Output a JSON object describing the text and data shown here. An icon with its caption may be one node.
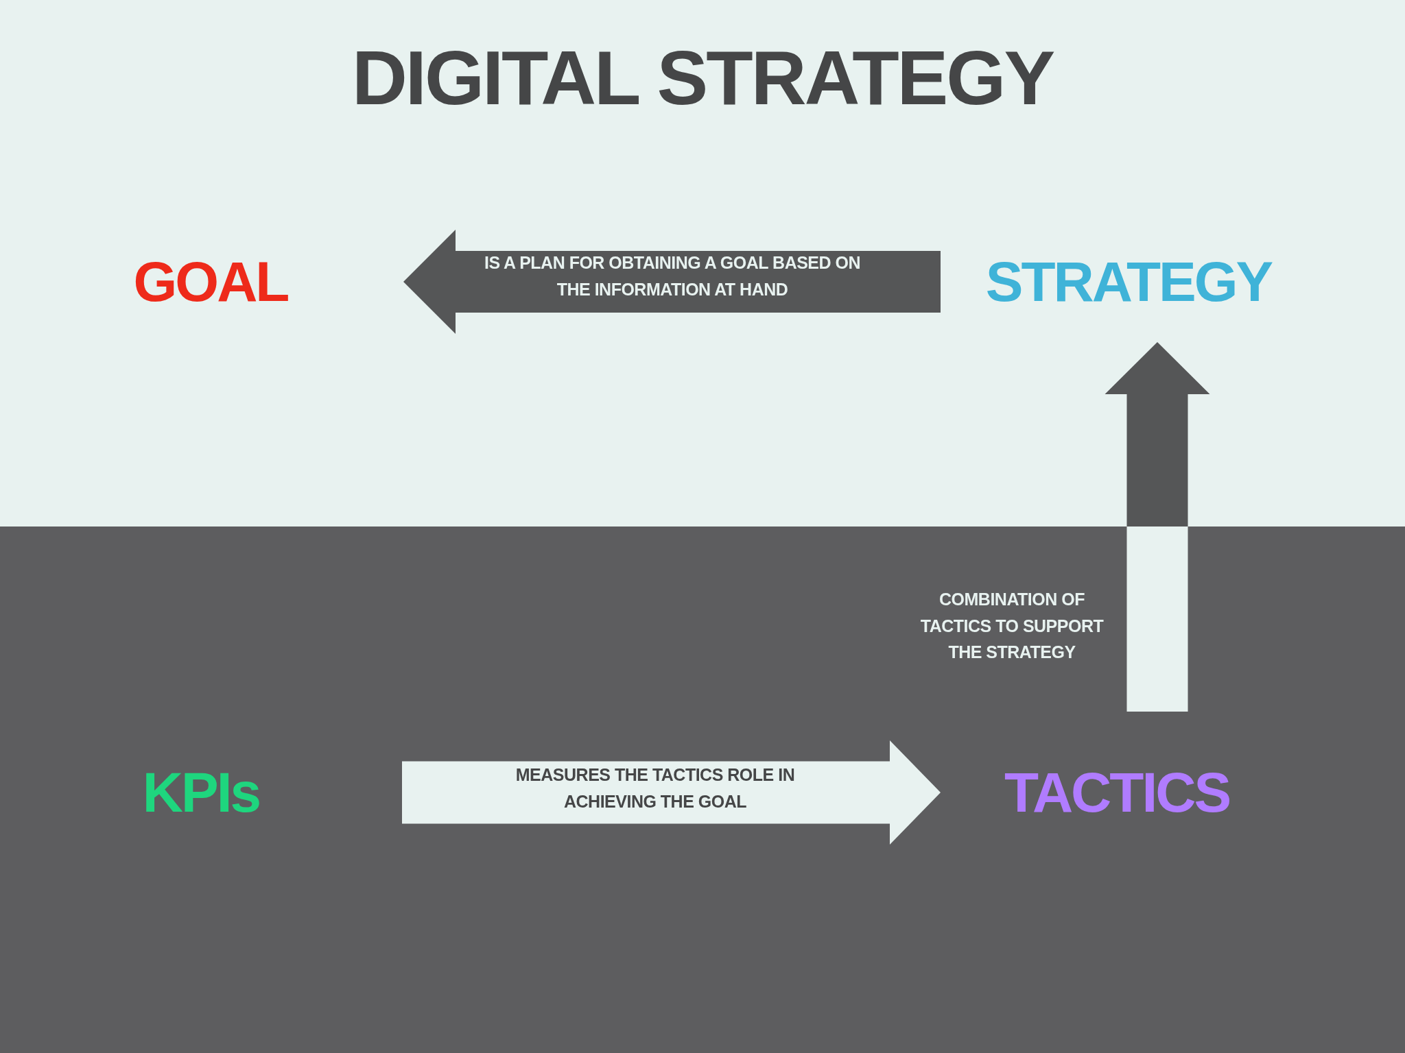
{
  "diagram": {
    "title": "DIGITAL STRATEGY",
    "nodes": [
      {
        "text": [
          "GOAL"
        ]
      },
      {
        "text": [
          "STRATEGY"
        ]
      },
      {
        "text": [
          "KPIs"
        ]
      },
      {
        "text": [
          "TACTICS"
        ]
      }
    ],
    "edges": [
      {
        "from": 1,
        "to": 0,
        "arrow": "to",
        "label": "IS A PLAN FOR OBTAINING A GOAL BASED ON THE INFORMATION AT HAND"
      },
      {
        "from": 3,
        "to": 1,
        "arrow": "to",
        "label": "COMBINATION OF TACTICS TO SUPPORT THE STRATEGY"
      },
      {
        "from": 2,
        "to": 3,
        "arrow": "to",
        "label": "MEASURES THE TACTICS ROLE IN ACHIEVING THE GOAL"
      }
    ]
  }
}
